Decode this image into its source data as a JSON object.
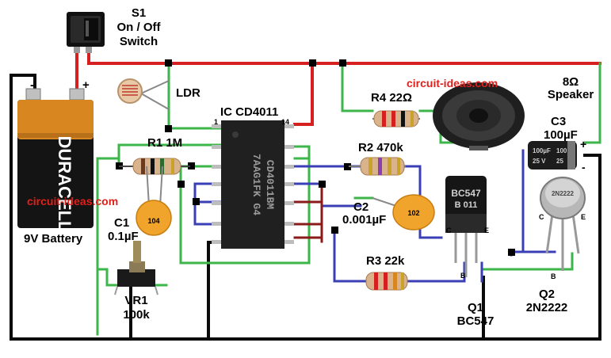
{
  "labels": {
    "s1_ref": "S1",
    "s1_desc_1": "On / Off",
    "s1_desc_2": "Switch",
    "ldr": "LDR",
    "ic": "IC CD4011",
    "pin1": "1",
    "pin14": "14",
    "r1": "R1 1M",
    "r2": "R2 470k",
    "r3": "R3 22k",
    "r4": "R4 22Ω",
    "c1_ref": "C1",
    "c1_val": "0.1µF",
    "c2_ref": "C2",
    "c2_val": "0.001µF",
    "c3_ref": "C3",
    "c3_val": "100µF",
    "speaker_1": "8Ω",
    "speaker_2": "Speaker",
    "vr1_ref": "VR1",
    "vr1_val": "100k",
    "battery": "9V Battery",
    "q1_ref": "Q1",
    "q1_part": "BC547",
    "q2_ref": "Q2",
    "q2_part": "2N2222",
    "q1_c": "C",
    "q1_b": "B",
    "q1_e": "E",
    "q2_c": "C",
    "q2_b": "B",
    "q2_e": "E",
    "minus": "-",
    "plus": "+",
    "c3_plus": "+",
    "c3_minus": "-"
  },
  "watermarks": {
    "top": "circuit-ideas.com",
    "left": "circuit-ideas.com"
  },
  "component_markings": {
    "battery_brand": "DURACELL",
    "chip_line1": "7AAG1FK G4",
    "chip_line2": "CD4011BM",
    "q1_line1": "BC547",
    "q1_line2": "B 011",
    "q2_marking": "2N2222",
    "c1_code": "104",
    "c2_code": "102",
    "c3_label_1": "100µF",
    "c3_label_2": "25 V",
    "c3_label_3": "100",
    "c3_label_4": "25"
  },
  "colors": {
    "positive_wire": "#d6201f",
    "ground_wire": "#0a0a0a",
    "signal_green": "#3cb54a",
    "signal_blue": "#3a3fb5",
    "signal_darkred": "#8b1a1a",
    "watermark": "#e0201b"
  }
}
